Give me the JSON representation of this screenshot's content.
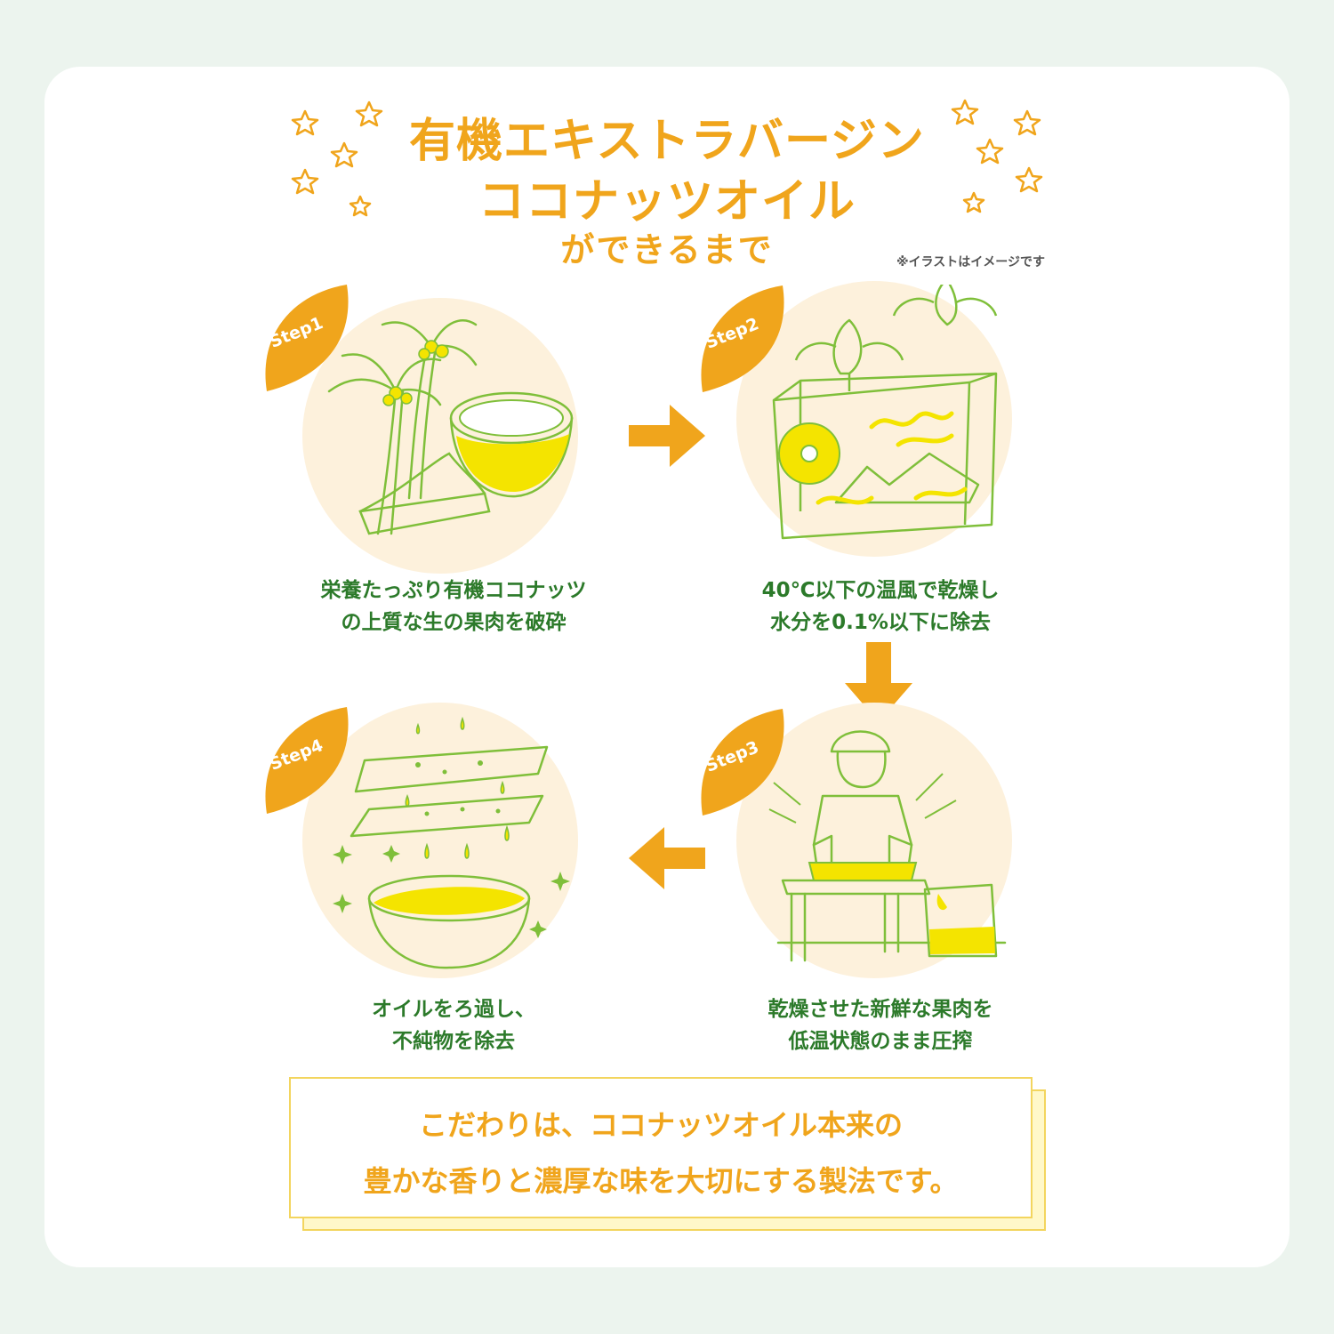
{
  "title": {
    "line1": "有機エキストラバージン",
    "line2": "ココナッツオイル",
    "line3": "ができるまで"
  },
  "note": "※イラストはイメージです",
  "steps": [
    {
      "tag": "Step1",
      "caption": "栄養たっぷり有機ココナッツ\nの上質な生の果肉を破砕"
    },
    {
      "tag": "Step2",
      "caption": "40℃以下の温風で乾燥し\n水分を0.1%以下に除去"
    },
    {
      "tag": "Step3",
      "caption": "乾燥させた新鮮な果肉を\n低温状態のまま圧搾"
    },
    {
      "tag": "Step4",
      "caption": "オイルをろ過し、\n不純物を除去"
    }
  ],
  "summary": {
    "line1": "こだわりは、ココナッツオイル本来の",
    "line2": "豊かな香りと濃厚な味を大切にする製法です。"
  },
  "colors": {
    "accent": "#f0a51c",
    "green": "#2c7a2a",
    "line_green": "#7fbf3a",
    "yellow": "#f4e400",
    "circle_bg": "#fdf1dc",
    "page_bg": "#ecf4ee"
  }
}
